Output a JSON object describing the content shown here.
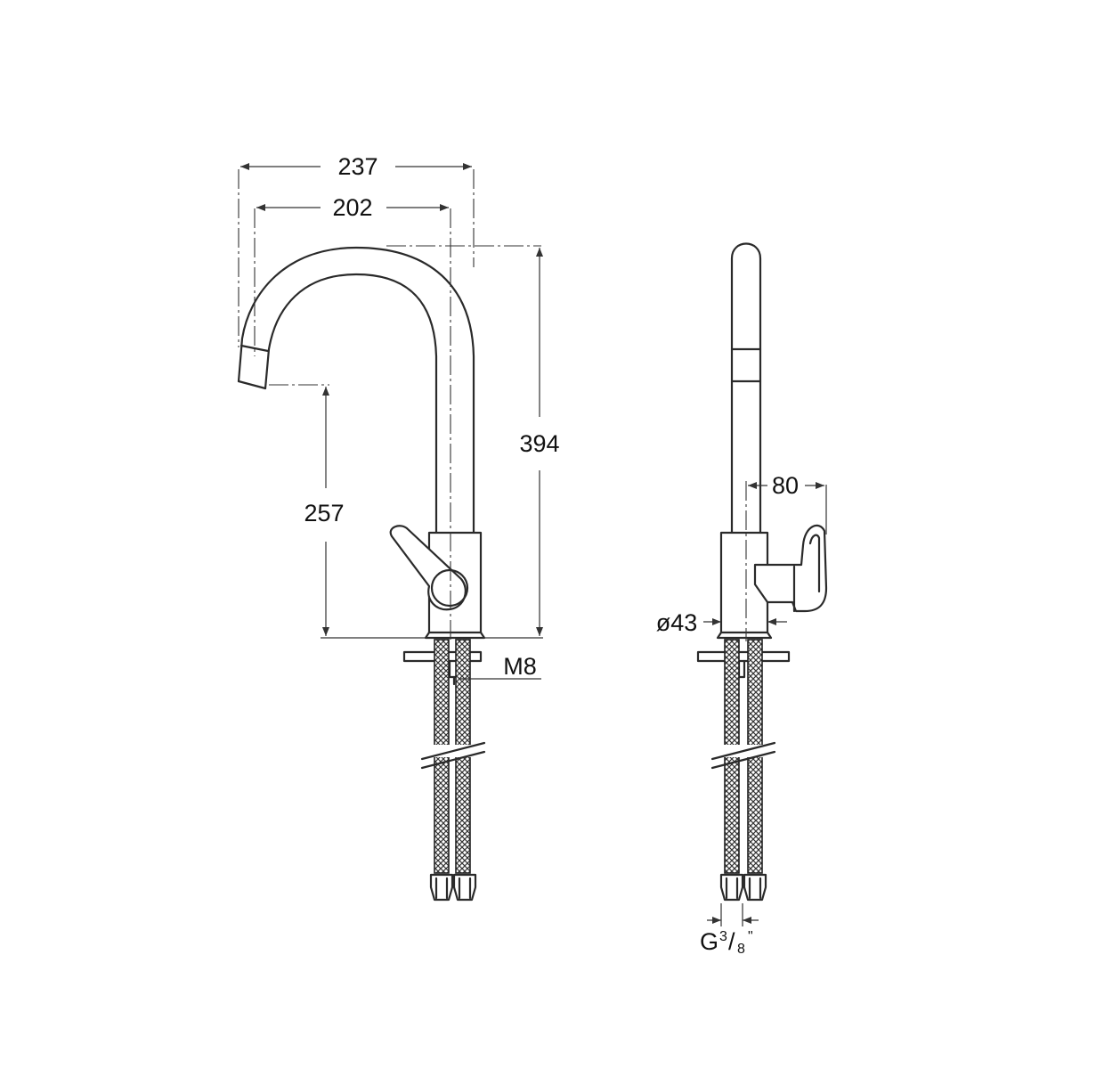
{
  "drawing": {
    "front_view": {
      "dim_total_reach": "237",
      "dim_spout_reach": "202",
      "dim_total_height": "394",
      "dim_spout_height": "257",
      "dim_thread": "M8"
    },
    "side_view": {
      "dim_handle": "80",
      "dim_body_diameter": "ø43",
      "dim_connection_main": "G",
      "dim_connection_fraction_num": "3",
      "dim_connection_fraction_sep": "/",
      "dim_connection_fraction_den": "8",
      "dim_connection_quote": "\""
    }
  }
}
